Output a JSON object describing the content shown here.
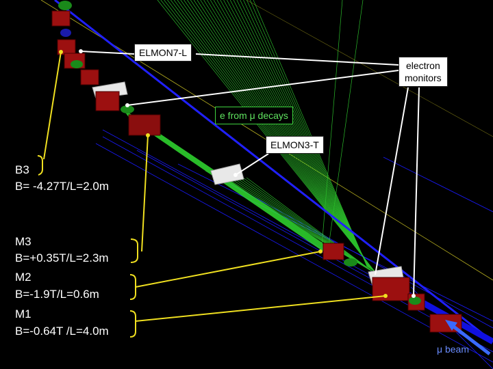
{
  "labels": {
    "elmon7": "ELMON7-L",
    "elmon3": "ELMON3-T",
    "electron_monitors_line1": "electron",
    "electron_monitors_line2": "monitors",
    "e_from_mu_prefix": "e from ",
    "e_from_mu_symbol": "μ",
    "e_from_mu_suffix": " decays",
    "mu_beam_symbol": "μ",
    "mu_beam_suffix": " beam"
  },
  "magnets": {
    "b3": {
      "name": "B3",
      "field": "B= -4.27T/L=2.0m"
    },
    "m3": {
      "name": "M3",
      "field": "B=+0.35T/L=2.3m"
    },
    "m2": {
      "name": "M2",
      "field": "B=-1.9T/L=0.6m"
    },
    "m1": {
      "name": "M1",
      "field": "B=-0.64T /L=4.0m"
    }
  },
  "colors": {
    "background": "#000000",
    "callout_line": "#f0e020",
    "white_line": "#ffffff",
    "decay_tracks": "#33dd33",
    "beam_lines": "#1a1aff",
    "magnet_red": "#9c1010",
    "magnet_dark": "#5a0808"
  }
}
